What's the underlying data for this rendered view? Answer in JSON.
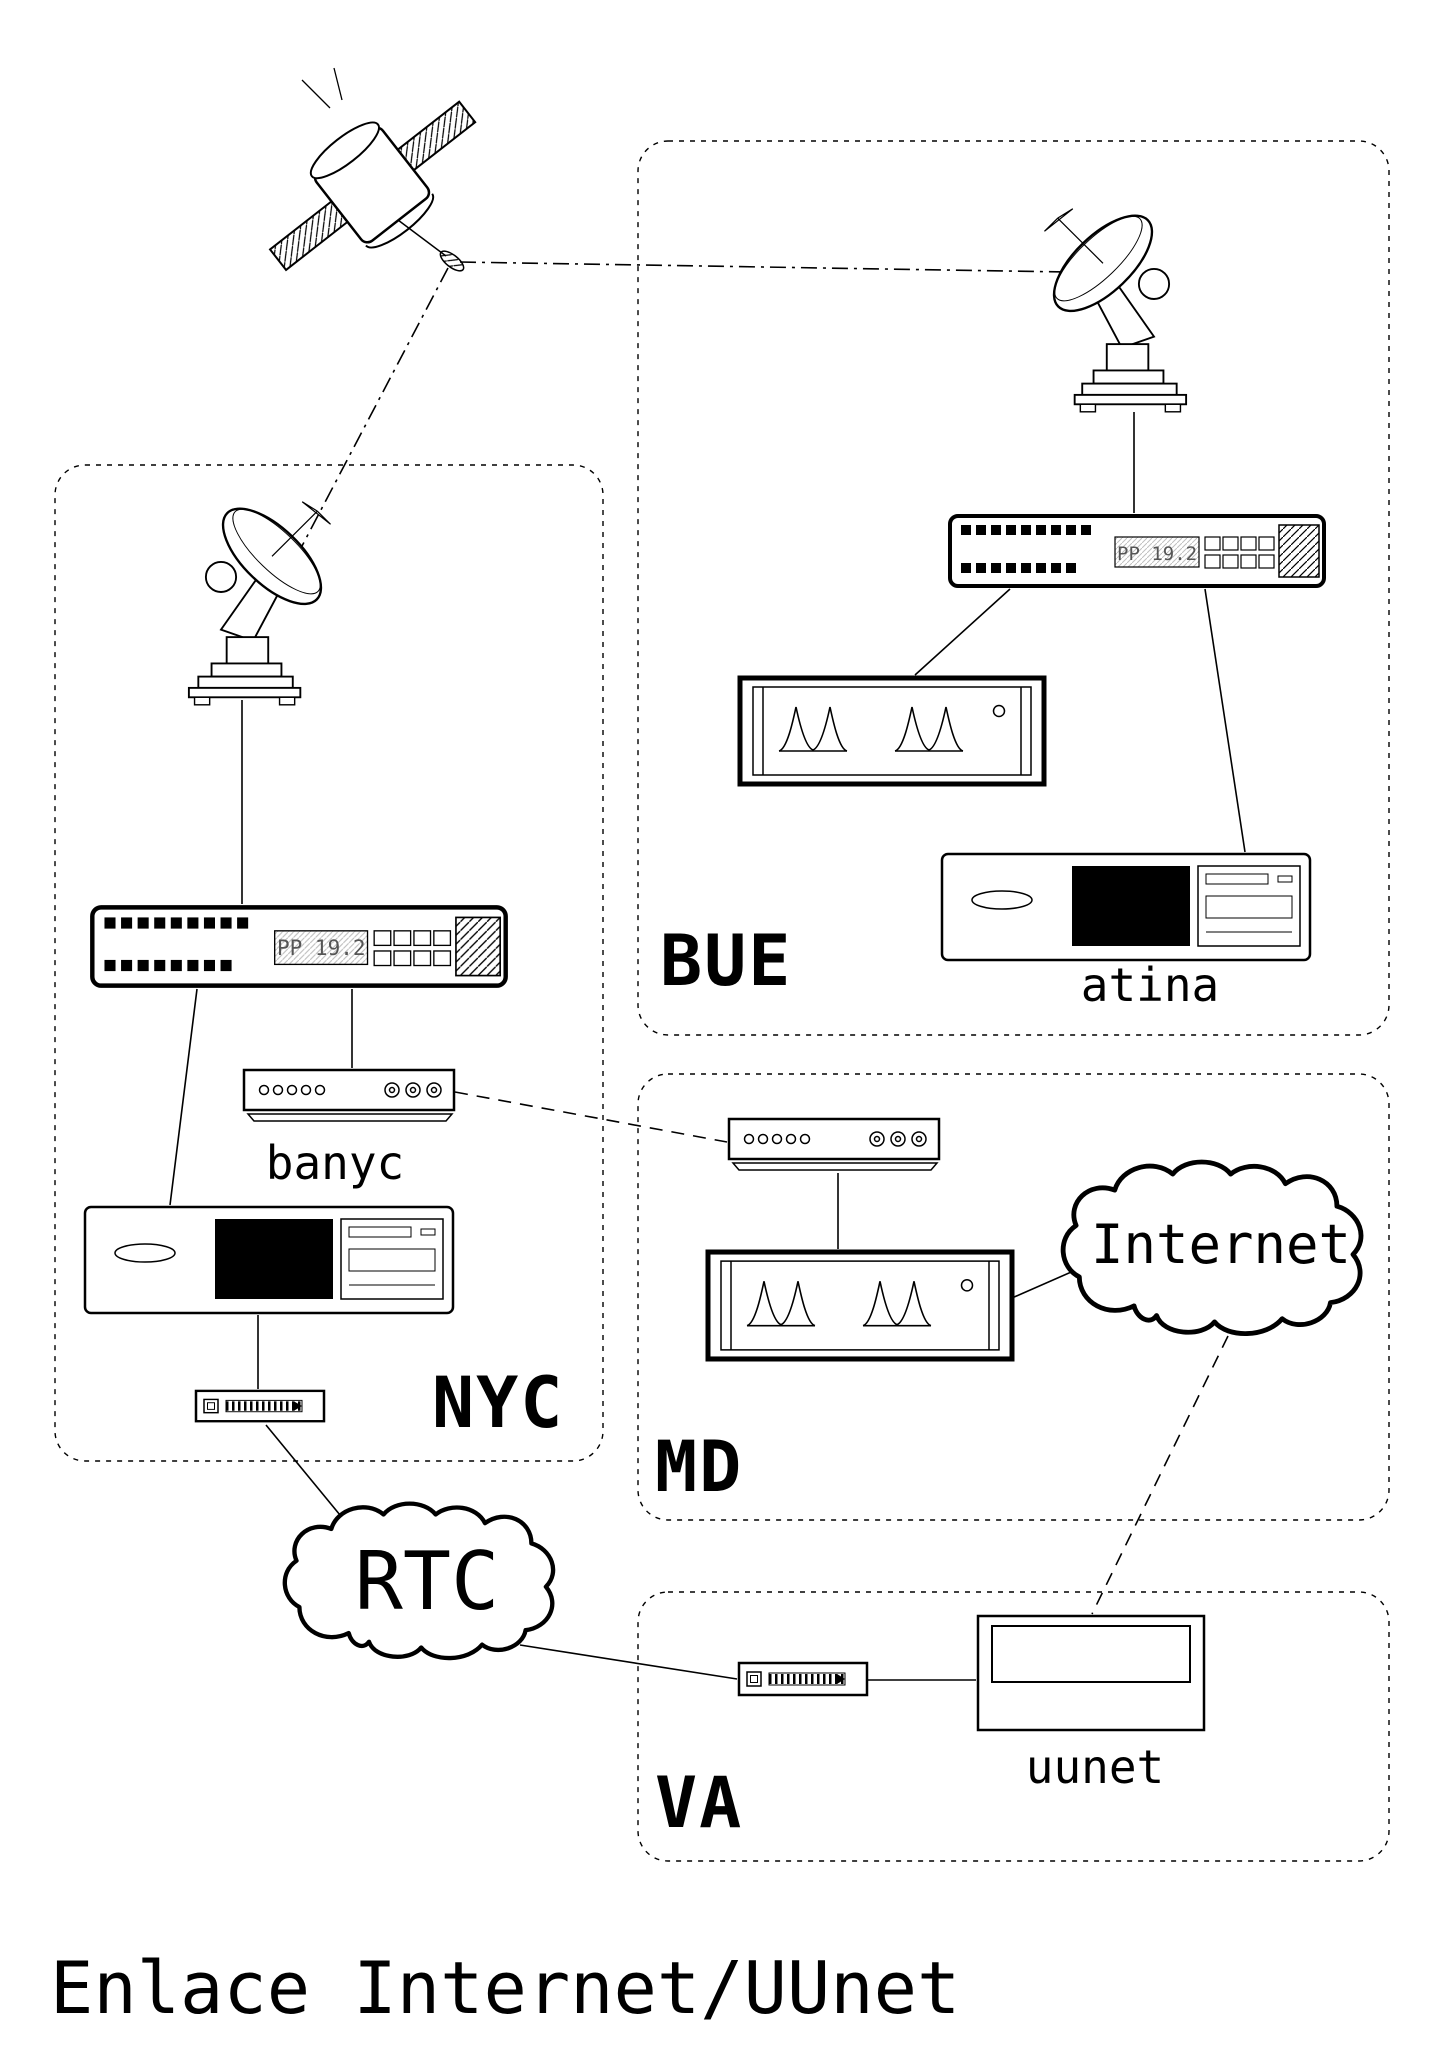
{
  "title": "Enlace Internet/UUnet",
  "regions": {
    "bue": "BUE",
    "nyc": "NYC",
    "md": "MD",
    "va": "VA"
  },
  "labels": {
    "atina": "atina",
    "banyc": "banyc",
    "uunet": "uunet"
  },
  "clouds": {
    "rtc": "RTC",
    "internet": "Internet"
  },
  "modems": {
    "bue_display": "PP 19.2",
    "nyc_display": "PP 19.2"
  },
  "colors": {
    "line": "#000000",
    "background": "#ffffff",
    "lcd_text": "#555555"
  },
  "icons": {
    "satellite-icon": "communications satellite",
    "satellite-dish-icon": "ground station dish antenna",
    "modem-icon": "satellite modem with PP 19.2 display",
    "bridge-device-icon": "bridge unit with suspension-bridge glyphs",
    "pc-icon": "desktop computer",
    "router-icon": "terminal server / router",
    "csu-dsu-icon": "CSU/DSU line unit",
    "cloud-icon": "network cloud",
    "uunet-box-icon": "uunet gateway box"
  }
}
